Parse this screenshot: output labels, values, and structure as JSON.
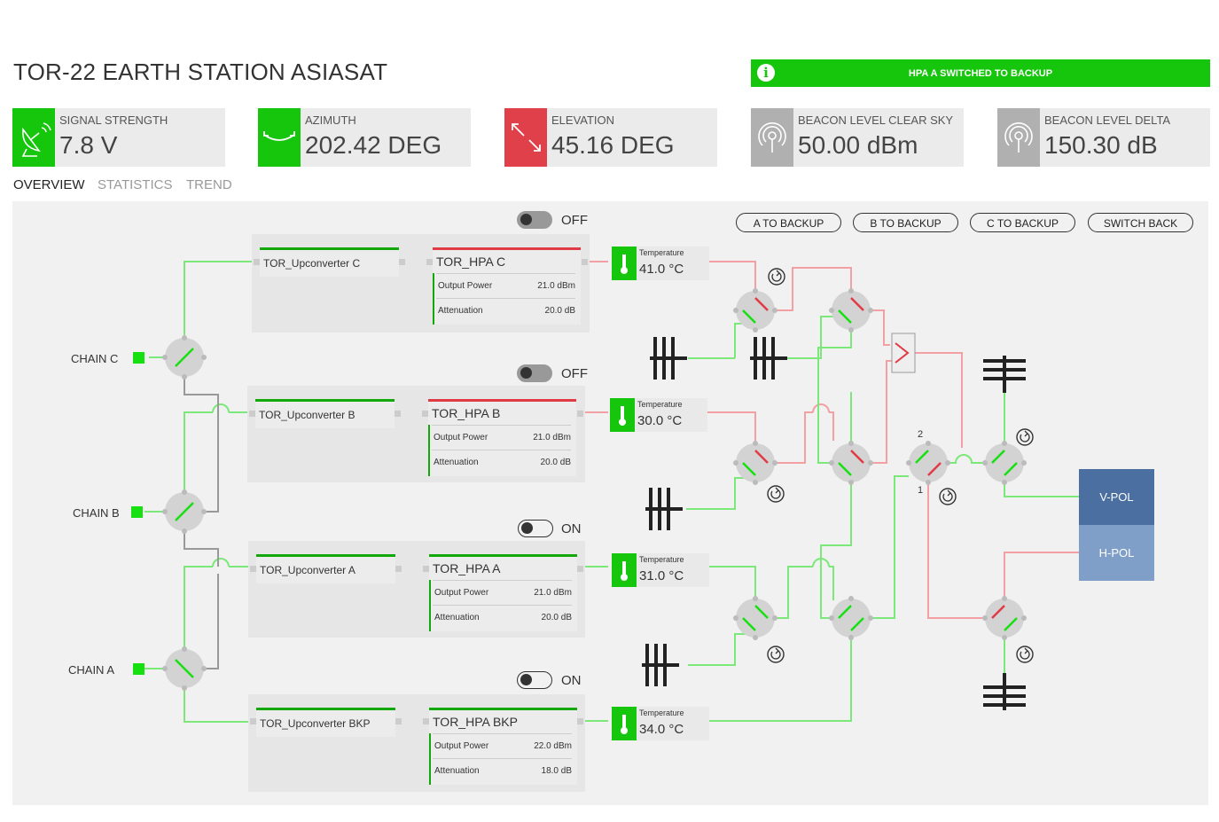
{
  "title": "TOR-22 EARTH STATION ASIASAT",
  "alert": {
    "text": "HPA A SWITCHED TO BACKUP",
    "color": "#16c60c"
  },
  "kpis": [
    {
      "label": "SIGNAL STRENGTH",
      "value": "7.8 V",
      "icon": "satellite-dish-icon",
      "color": "#16c60c"
    },
    {
      "label": "AZIMUTH",
      "value": "202.42 DEG",
      "icon": "azimuth-arc-icon",
      "color": "#16c60c"
    },
    {
      "label": "ELEVATION",
      "value": "45.16 DEG",
      "icon": "elevation-arrows-icon",
      "color": "#e0404a"
    },
    {
      "label": "BEACON LEVEL CLEAR SKY",
      "value": "50.00 dBm",
      "icon": "beacon-icon",
      "color": "#b0b0b0"
    },
    {
      "label": "BEACON LEVEL DELTA",
      "value": "150.30 dB",
      "icon": "beacon-icon",
      "color": "#b0b0b0"
    }
  ],
  "tabs": [
    "OVERVIEW",
    "STATISTICS",
    "TREND"
  ],
  "buttons": [
    "A TO BACKUP",
    "B TO BACKUP",
    "C TO BACKUP",
    "SWITCH BACK"
  ],
  "chains": [
    "CHAIN C",
    "CHAIN B",
    "CHAIN A"
  ],
  "groups": [
    {
      "toggle": "OFF",
      "upconverter": "TOR_Upconverter C",
      "hpa": "TOR_HPA C",
      "output_label": "Output Power",
      "output_value": "21.0 dBm",
      "att_label": "Attenuation",
      "att_value": "20.0 dB",
      "temp_label": "Temperature",
      "temp_value": "41.0 °C",
      "hpa_status_color": "#e0404a"
    },
    {
      "toggle": "OFF",
      "upconverter": "TOR_Upconverter B",
      "hpa": "TOR_HPA B",
      "output_label": "Output Power",
      "output_value": "21.0 dBm",
      "att_label": "Attenuation",
      "att_value": "20.0 dB",
      "temp_label": "Temperature",
      "temp_value": "30.0 °C",
      "hpa_status_color": "#e0404a"
    },
    {
      "toggle": "ON",
      "upconverter": "TOR_Upconverter A",
      "hpa": "TOR_HPA A",
      "output_label": "Output Power",
      "output_value": "21.0 dBm",
      "att_label": "Attenuation",
      "att_value": "20.0 dB",
      "temp_label": "Temperature",
      "temp_value": "31.0 °C",
      "hpa_status_color": "#12a80b"
    },
    {
      "toggle": "ON",
      "upconverter": "TOR_Upconverter BKP",
      "hpa": "TOR_HPA BKP",
      "output_label": "Output Power",
      "output_value": "22.0 dBm",
      "att_label": "Attenuation",
      "att_value": "18.0 dB",
      "temp_label": "Temperature",
      "temp_value": "34.0 °C",
      "hpa_status_color": "#12a80b"
    }
  ],
  "switch_labels": {
    "port2": "2",
    "port1": "1"
  },
  "polarization": [
    {
      "label": "V-POL",
      "color": "#4a6fa0"
    },
    {
      "label": "H-POL",
      "color": "#7f9fc8"
    }
  ]
}
